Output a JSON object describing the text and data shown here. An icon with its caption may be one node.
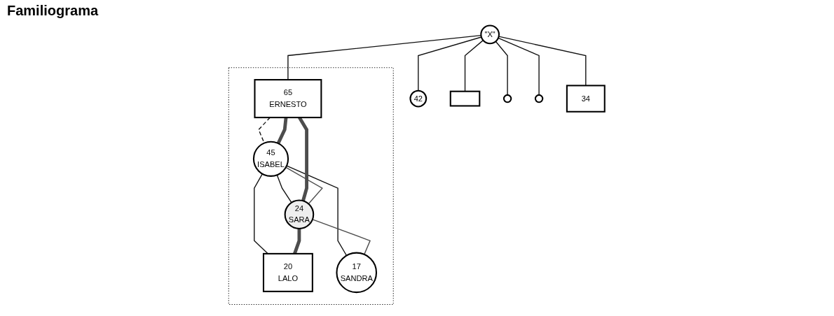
{
  "diagram": {
    "title": "Familiograma",
    "nodes": [
      {
        "text": [],
        "shape": "cloud"
      },
      {
        "text": [
          "\"X\""
        ]
      },
      {
        "text": [
          "65",
          "ERNESTO"
        ],
        "in": 0
      },
      {
        "text": [
          "45",
          "ISABEL"
        ],
        "in": 0
      },
      {
        "text": [
          "42"
        ]
      },
      {
        "text": [],
        "shape": "box"
      },
      {
        "text": [],
        "shape": "circle"
      },
      {
        "text": [],
        "shape": "circle"
      },
      {
        "text": [
          "34"
        ]
      },
      {
        "text": [
          "24",
          "SARA"
        ],
        "in": 0
      },
      {
        "text": [
          "20",
          "LALO"
        ],
        "in": 0
      },
      {
        "text": [
          "17",
          "SANDRA"
        ],
        "in": 0
      }
    ],
    "edges": [
      {
        "from": 1,
        "to": 2,
        "arrow": "none"
      },
      {
        "from": 2,
        "to": 3,
        "arrow": "none",
        "style": "dashed"
      },
      {
        "from": 1,
        "to": 4,
        "arrow": "none"
      },
      {
        "from": 1,
        "to": 5,
        "arrow": "none"
      },
      {
        "from": 1,
        "to": 6,
        "arrow": "none"
      },
      {
        "from": 1,
        "to": 7,
        "arrow": "none"
      },
      {
        "from": 1,
        "to": 8,
        "arrow": "none"
      },
      {
        "from": 3,
        "to": 9,
        "arrow": "none"
      },
      {
        "from": 3,
        "to": 10,
        "arrow": "none"
      },
      {
        "from": 3,
        "to": 11,
        "arrow": "none"
      },
      {
        "from": 2,
        "to": 3,
        "arrow": "none",
        "style": "thick",
        "color": "#4d4d4d"
      },
      {
        "from": 2,
        "to": 9,
        "arrow": "none",
        "style": "thick",
        "color": "#4d4d4d"
      },
      {
        "from": 3,
        "to": 9,
        "arrow": "none",
        "color": "#4d4d4d"
      },
      {
        "from": 9,
        "to": 10,
        "arrow": "none",
        "style": "thick",
        "color": "#4d4d4d"
      },
      {
        "from": 9,
        "to": 11,
        "arrow": "none",
        "color": "#4d4d4d"
      }
    ]
  }
}
